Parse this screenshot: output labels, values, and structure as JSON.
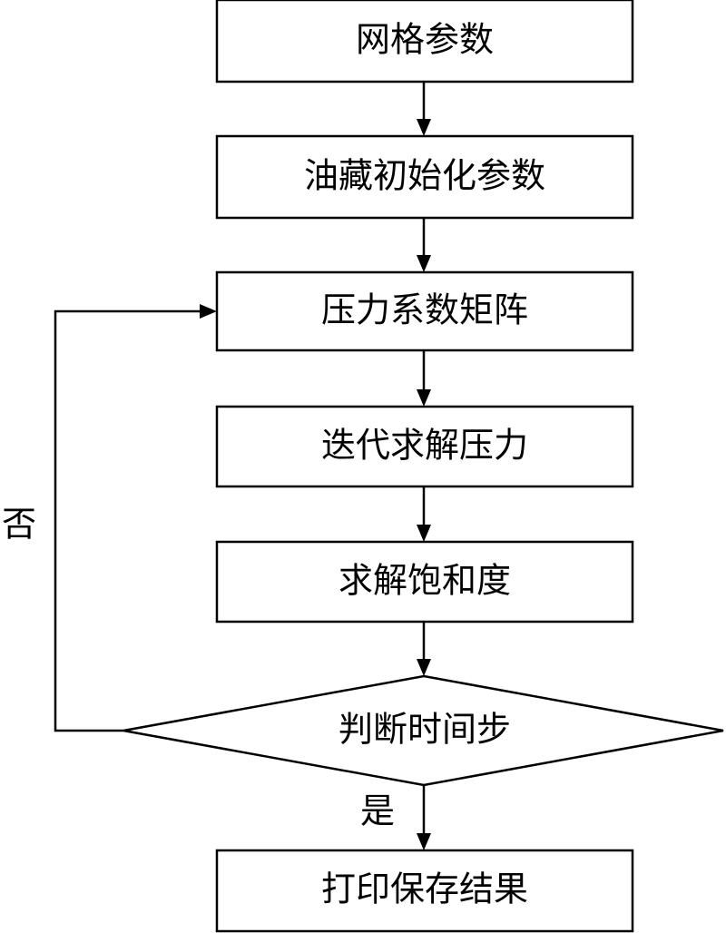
{
  "flowchart": {
    "steps": [
      "网格参数",
      "油藏初始化参数",
      "压力系数矩阵",
      "迭代求解压力",
      "求解饱和度"
    ],
    "decision": "判断时间步",
    "yes_label": "是",
    "no_label": "否",
    "final_step": "打印保存结果"
  }
}
